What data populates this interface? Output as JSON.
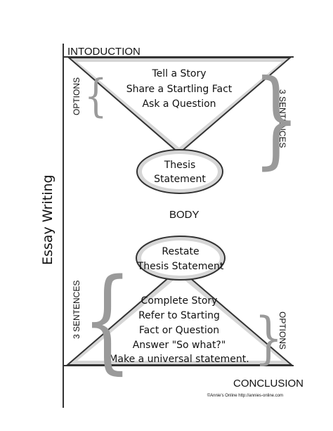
{
  "side_title": "Essay Writing",
  "introduction": {
    "heading": "INTODUCTION",
    "lines": [
      "Tell a Story",
      "Share a Startling Fact",
      "Ask a Question"
    ],
    "left_side_label": "OPTIONS",
    "right_side_label": "3 SENTENCES"
  },
  "thesis": {
    "lines": [
      "Thesis",
      "Statement"
    ]
  },
  "body_label": "BODY",
  "restate": {
    "lines": [
      "Restate",
      "Thesis Statement"
    ]
  },
  "conclusion": {
    "lines": [
      "Complete Story",
      "Refer to Starting",
      "Fact or Question",
      "Answer \"So what?\"",
      "Make a universal statement."
    ],
    "heading": "CONCLUSION",
    "left_side_label": "3 SENTENCES",
    "right_side_label": "OPTIONS"
  },
  "footer": "©Annie's Online   http://annies-online.com",
  "colors": {
    "shape_fill": "#d6d6d6",
    "outline": "#333333",
    "brace": "#9a9a9a"
  }
}
